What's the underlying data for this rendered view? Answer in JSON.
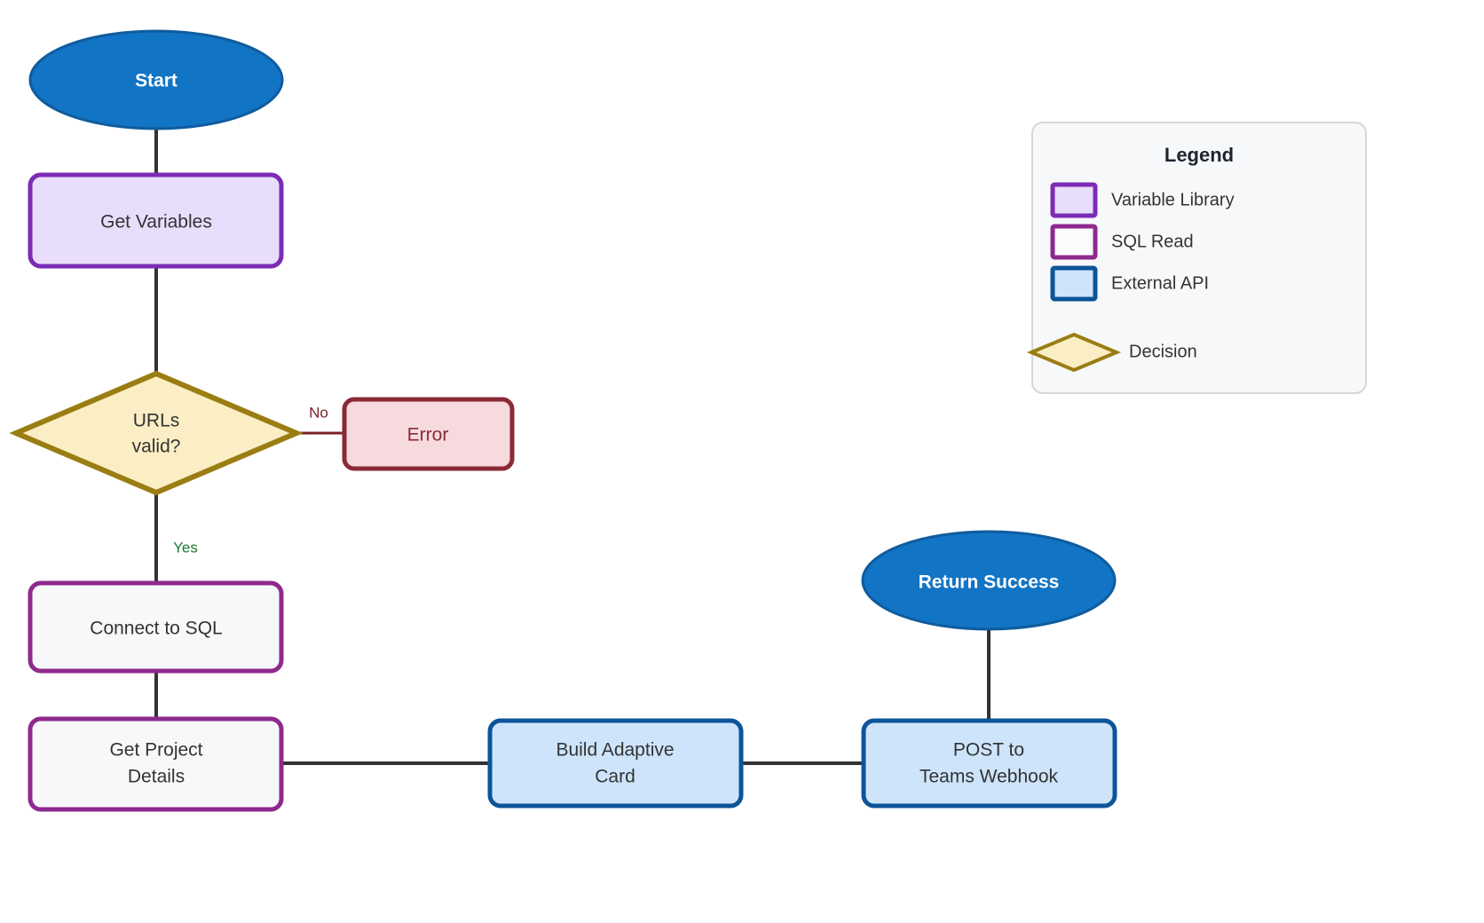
{
  "diagram": {
    "type": "flowchart",
    "orientation": "top-to-bottom",
    "background": "#ffffff",
    "edge_color": "#333333"
  },
  "styles": {
    "terminal": {
      "fill": "#1274c4",
      "stroke": "#0f5c9e",
      "text": "#ffffff"
    },
    "variable_library": {
      "fill": "#e8ddfb",
      "stroke": "#7b2bb5",
      "text": "#333333"
    },
    "sql_read": {
      "fill": "#f7f8fa",
      "stroke": "#8e2a8e",
      "text": "#333333"
    },
    "external_api": {
      "fill": "#cde4fa",
      "stroke": "#0d5499",
      "text": "#333333"
    },
    "decision": {
      "fill": "#fbeec5",
      "stroke": "#9a7d13",
      "text": "#333333"
    },
    "error": {
      "fill": "#f6dade",
      "stroke": "#8b2a36",
      "text": "#8b2a36"
    }
  },
  "nodes": [
    {
      "id": "start",
      "label": "Start",
      "shape": "ellipse",
      "style": "terminal"
    },
    {
      "id": "get_vars",
      "label": "Get Variables",
      "shape": "rect",
      "style": "variable_library"
    },
    {
      "id": "urls_valid",
      "label": "URLs\nvalid?",
      "shape": "diamond",
      "style": "decision"
    },
    {
      "id": "error",
      "label": "Error",
      "shape": "rect",
      "style": "error"
    },
    {
      "id": "connect_sql",
      "label": "Connect to SQL",
      "shape": "rect",
      "style": "sql_read"
    },
    {
      "id": "get_project",
      "label": "Get Project\nDetails",
      "shape": "rect",
      "style": "sql_read"
    },
    {
      "id": "build_card",
      "label": "Build Adaptive\nCard",
      "shape": "rect",
      "style": "external_api"
    },
    {
      "id": "post_teams",
      "label": "POST to\nTeams Webhook",
      "shape": "rect",
      "style": "external_api"
    },
    {
      "id": "return_ok",
      "label": "Return Success",
      "shape": "ellipse",
      "style": "terminal"
    }
  ],
  "node_text": {
    "start": "Start",
    "get_vars": "Get Variables",
    "urls_valid_line1": "URLs",
    "urls_valid_line2": "valid?",
    "error": "Error",
    "connect_sql": "Connect to SQL",
    "get_project_line1": "Get Project",
    "get_project_line2": "Details",
    "build_card_line1": "Build Adaptive",
    "build_card_line2": "Card",
    "post_teams_line1": "POST to",
    "post_teams_line2": "Teams Webhook",
    "return_ok": "Return Success"
  },
  "edges": [
    {
      "from": "start",
      "to": "get_vars",
      "label": ""
    },
    {
      "from": "get_vars",
      "to": "urls_valid",
      "label": ""
    },
    {
      "from": "urls_valid",
      "to": "error",
      "label": "No"
    },
    {
      "from": "urls_valid",
      "to": "connect_sql",
      "label": "Yes"
    },
    {
      "from": "connect_sql",
      "to": "get_project",
      "label": ""
    },
    {
      "from": "get_project",
      "to": "build_card",
      "label": ""
    },
    {
      "from": "build_card",
      "to": "post_teams",
      "label": ""
    },
    {
      "from": "post_teams",
      "to": "return_ok",
      "label": ""
    }
  ],
  "edge_labels": {
    "no": "No",
    "yes": "Yes"
  },
  "legend": {
    "title": "Legend",
    "items": [
      {
        "label": "Variable Library",
        "swatch": "rect",
        "fill": "#e8ddfb",
        "stroke": "#7b2bb5"
      },
      {
        "label": "SQL Read",
        "swatch": "rect",
        "fill": "#fbfbfd",
        "stroke": "#8e2a8e"
      },
      {
        "label": "External API",
        "swatch": "rect",
        "fill": "#cde4fa",
        "stroke": "#0d5499"
      },
      {
        "label": "Decision",
        "swatch": "diamond",
        "fill": "#fbeec5",
        "stroke": "#9a7d13"
      }
    ]
  }
}
